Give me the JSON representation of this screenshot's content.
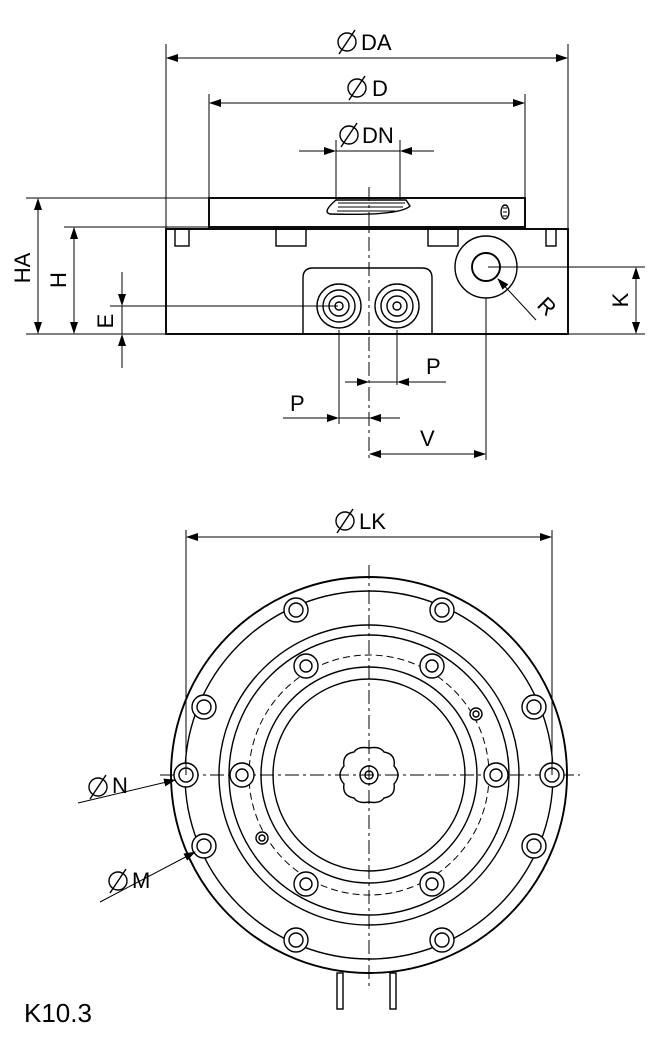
{
  "figure_label": "K10.3",
  "dimensions": {
    "DA": "DA",
    "D": "D",
    "DN": "DN",
    "HA": "HA",
    "H": "H",
    "E": "E",
    "K": "K",
    "R": "R",
    "P_upper": "P",
    "P_lower": "P",
    "V": "V",
    "LK": "LK",
    "N": "N",
    "M": "M"
  }
}
